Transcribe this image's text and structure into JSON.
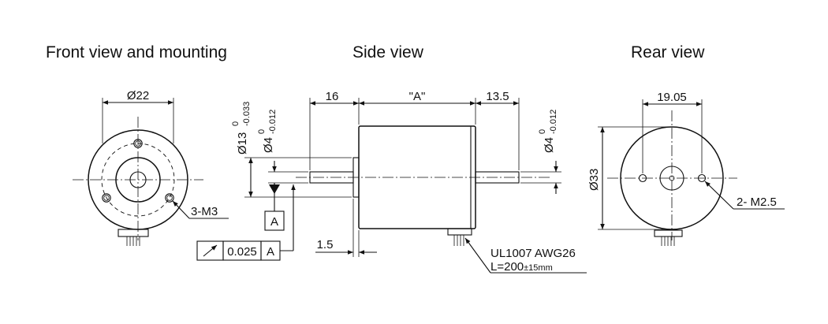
{
  "titles": {
    "front": "Front view and mounting",
    "side": "Side view",
    "rear": "Rear view"
  },
  "front": {
    "dia": "Ø22",
    "holes": "3-M3"
  },
  "side": {
    "shaft_front_len": "16",
    "body_len": "\"A\"",
    "shaft_rear_len": "13.5",
    "flange": "1.5",
    "pilot_dia": "Ø13",
    "pilot_tol_top": "0",
    "pilot_tol_bot": "-0.033",
    "shaft_dia": "Ø4",
    "shaft_tol_top": "0",
    "shaft_tol_bot": "-0.012",
    "rear_shaft_dia": "Ø4",
    "rear_shaft_tol_top": "0",
    "rear_shaft_tol_bot": "-0.012",
    "datum": "A",
    "runout_value": "0.025",
    "runout_datum": "A",
    "cable_spec": "UL1007 AWG26",
    "cable_len_main": "L=200",
    "cable_len_tol": "±15mm"
  },
  "rear": {
    "spacing": "19.05",
    "dia": "Ø33",
    "holes": "2- M2.5"
  }
}
